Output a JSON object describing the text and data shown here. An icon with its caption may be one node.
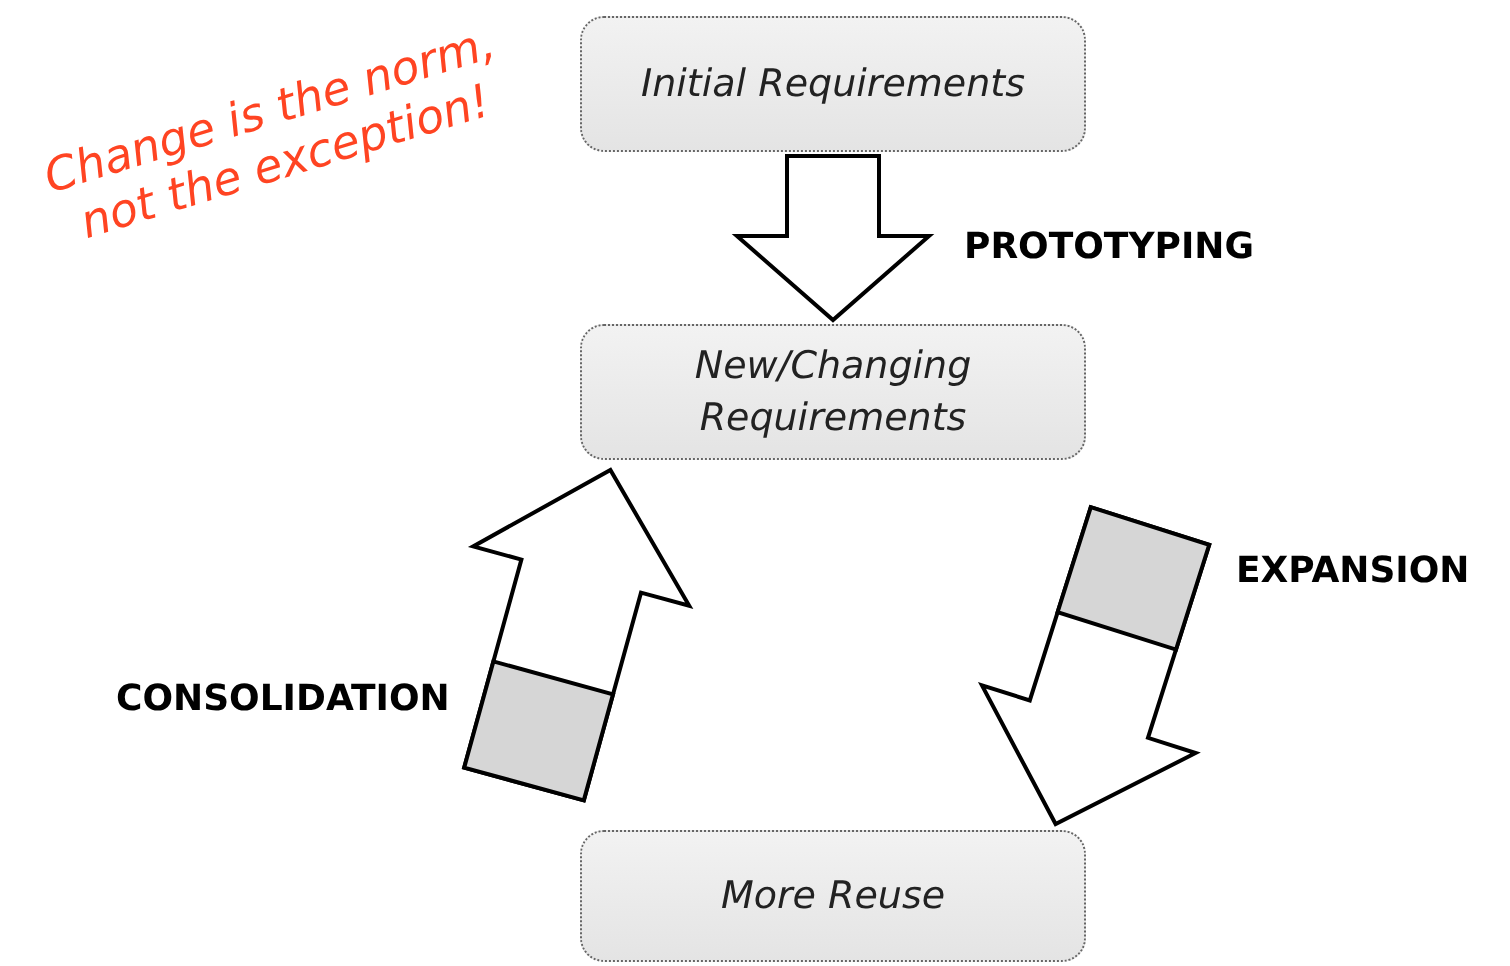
{
  "diagram": {
    "nodes": [
      {
        "text": [
          "Initial Requirements"
        ]
      },
      {
        "text": [
          "New/Changing Requirements"
        ]
      },
      {
        "text": [
          "More Reuse"
        ]
      }
    ],
    "edges": [
      {
        "from": 0,
        "to": 1,
        "arrow": "to",
        "label": "PROTOTYPING"
      },
      {
        "from": 1,
        "to": 2,
        "arrow": "to",
        "label": "EXPANSION"
      },
      {
        "from": 2,
        "to": 1,
        "arrow": "to",
        "label": "CONSOLIDATION"
      }
    ],
    "labels": [
      "Change is the norm, not the exception!"
    ]
  }
}
